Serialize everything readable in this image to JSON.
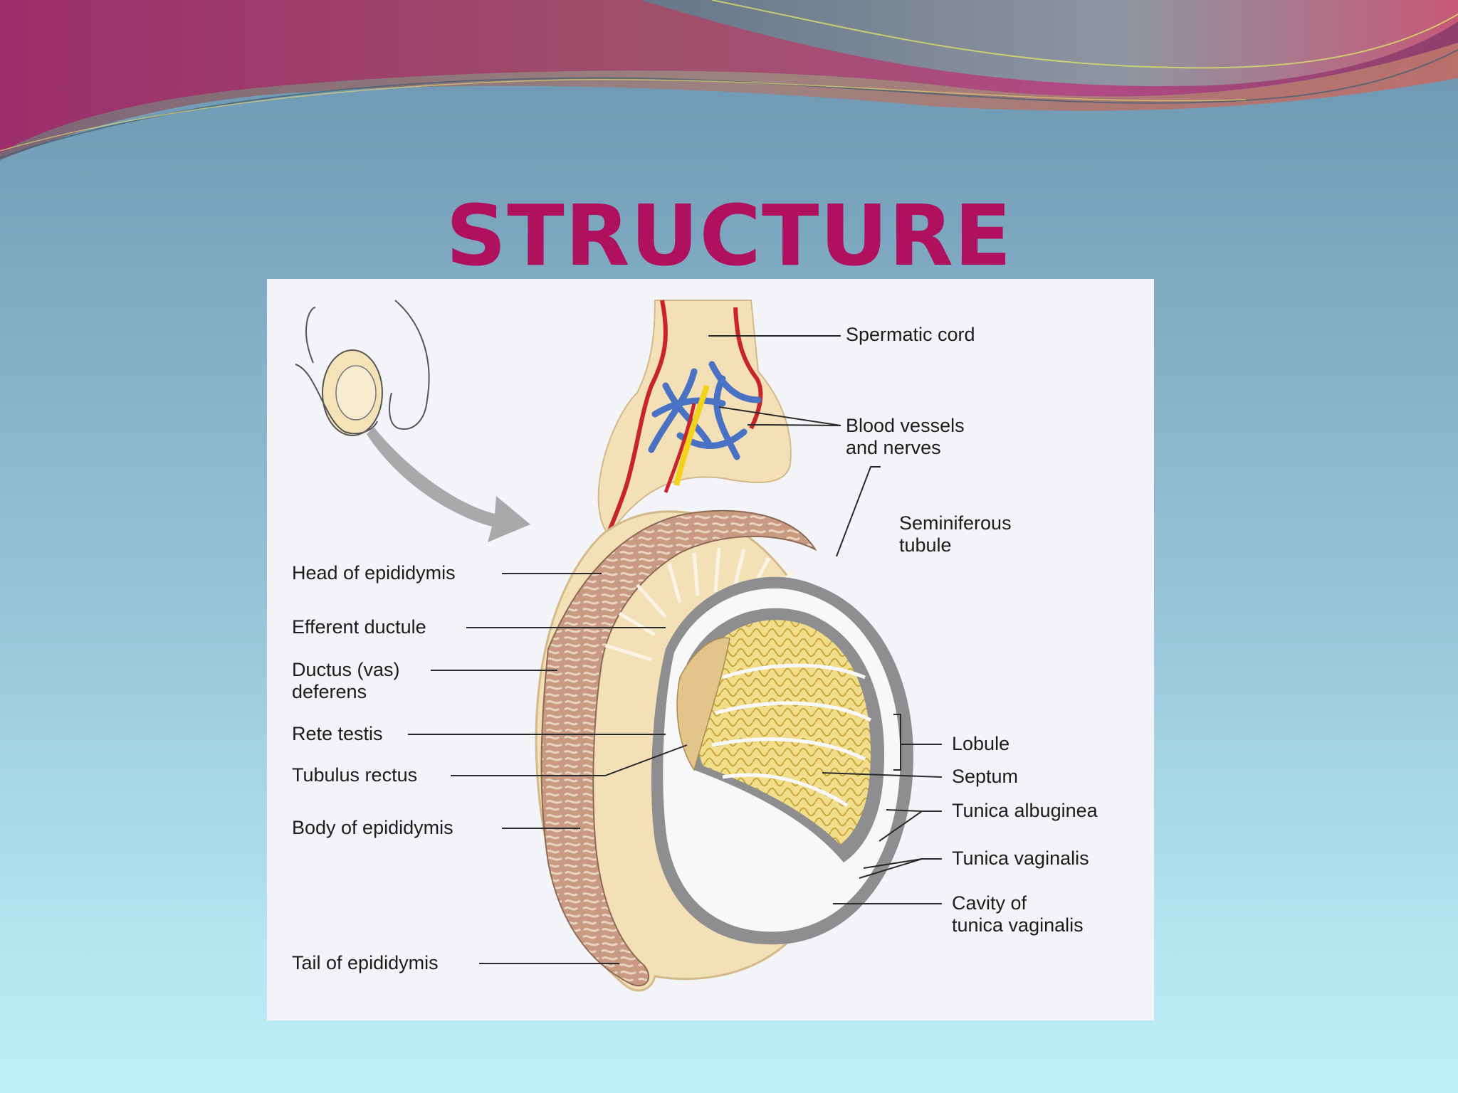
{
  "slide": {
    "title": "STRUCTURE"
  },
  "diagram": {
    "labels": {
      "spermatic_cord": "Spermatic cord",
      "blood_vessels_1": "Blood vessels",
      "blood_vessels_2": "and nerves",
      "seminiferous_1": "Seminiferous",
      "seminiferous_2": "tubule",
      "head_epididymis": "Head of epididymis",
      "efferent_ductule": "Efferent ductule",
      "ductus_1": "Ductus (vas)",
      "ductus_2": "deferens",
      "rete_testis": "Rete testis",
      "tubulus_rectus": "Tubulus rectus",
      "body_epididymis": "Body of epididymis",
      "tail_epididymis": "Tail of epididymis",
      "lobule": "Lobule",
      "septum": "Septum",
      "tunica_albuginea": "Tunica albuginea",
      "tunica_vaginalis": "Tunica vaginalis",
      "cavity_1": "Cavity of",
      "cavity_2": "tunica vaginalis"
    },
    "colors": {
      "title": "#b0115f",
      "artery": "#c8242c",
      "vein": "#4a72c4",
      "nerve": "#f2d21a",
      "epididymis": "#c79a82",
      "tubules": "#f1de8c",
      "tunica": "#8e8e90",
      "outer": "#f3e0b6"
    }
  }
}
